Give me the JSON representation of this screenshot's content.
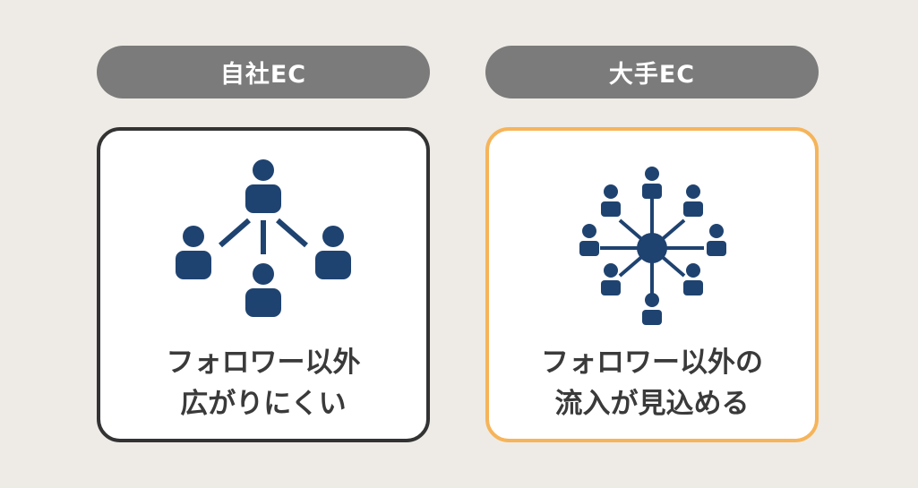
{
  "left": {
    "label": "自社EC",
    "caption_line1": "フォロワー以外",
    "caption_line2": "広がりにくい",
    "icon": "small-network-icon",
    "border_color": "#333333"
  },
  "right": {
    "label": "大手EC",
    "caption_line1": "フォロワー以外の",
    "caption_line2": "流入が見込める",
    "icon": "hub-network-icon",
    "border_color": "#f6b45a"
  },
  "colors": {
    "icon": "#1f4370",
    "pill": "#7b7b7b",
    "background": "#eeebe6",
    "text": "#3a3a3a"
  }
}
